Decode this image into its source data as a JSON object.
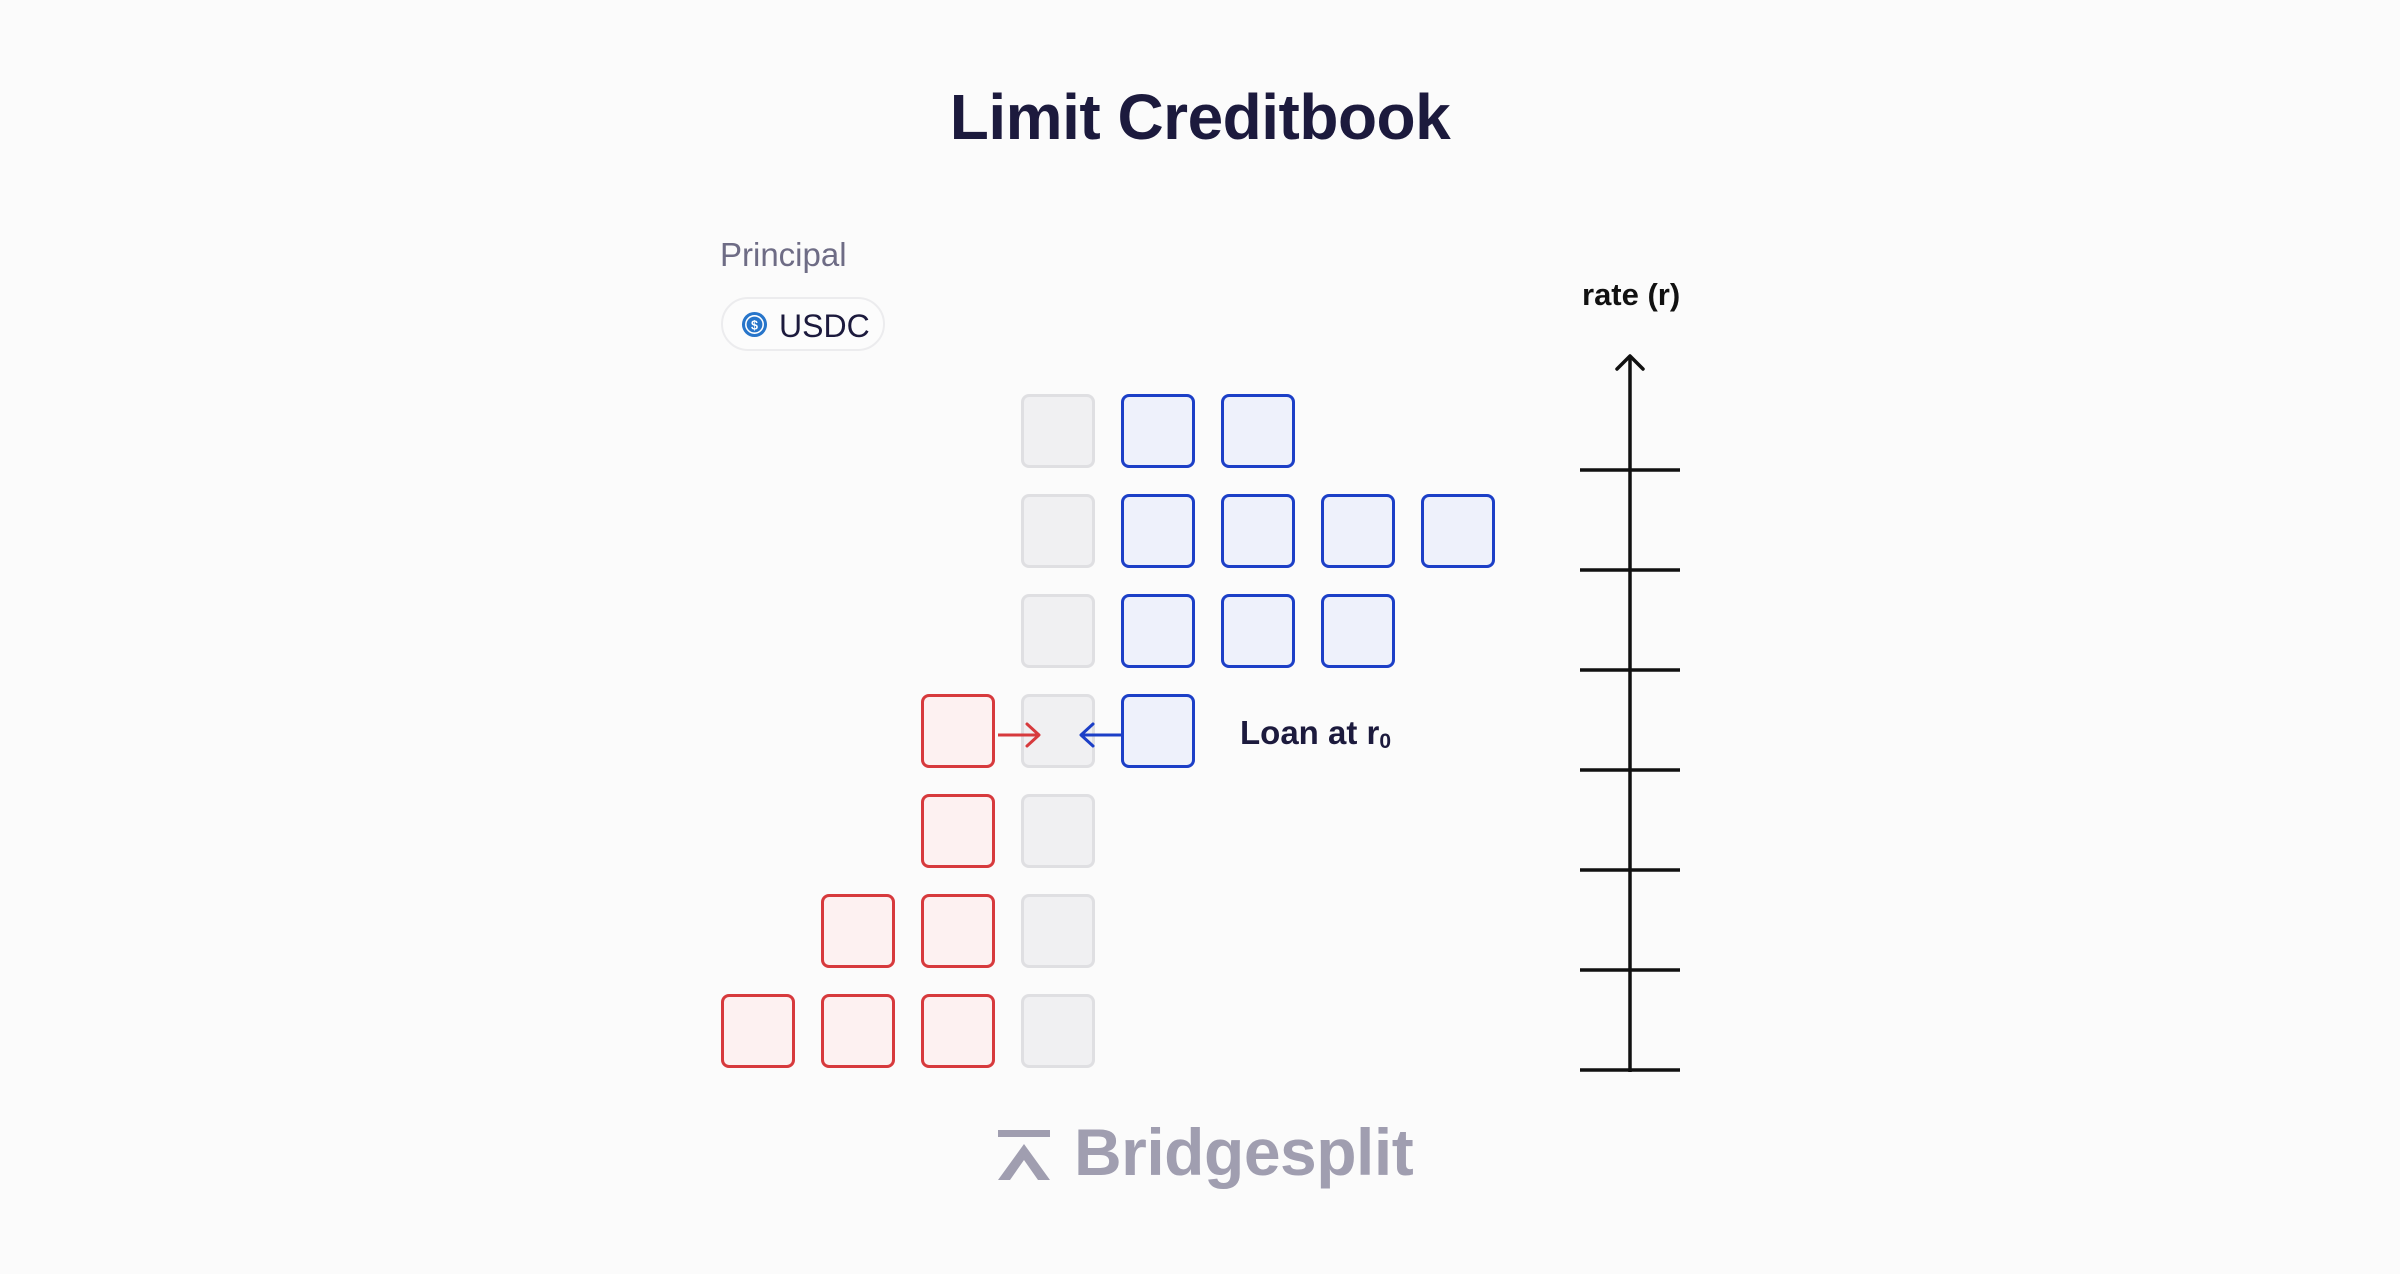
{
  "title": "Limit Creditbook",
  "principal": {
    "label": "Principal",
    "token": "USDC",
    "icon": "usdc-coin-icon"
  },
  "loan_label": {
    "text": "Loan at r",
    "subscript": "0"
  },
  "rate_axis": {
    "label": "rate (r)"
  },
  "brand": {
    "name": "Bridgesplit",
    "icon": "bridgesplit-logo-icon"
  },
  "rows": [
    {
      "borrow_orders": 0,
      "lend_orders": 2
    },
    {
      "borrow_orders": 0,
      "lend_orders": 4
    },
    {
      "borrow_orders": 0,
      "lend_orders": 3
    },
    {
      "borrow_orders": 1,
      "lend_orders": 1
    },
    {
      "borrow_orders": 1,
      "lend_orders": 0
    },
    {
      "borrow_orders": 2,
      "lend_orders": 0
    },
    {
      "borrow_orders": 3,
      "lend_orders": 0
    }
  ],
  "colors": {
    "lend": "#1c3fc7",
    "borrow": "#d73a3d",
    "neutral": "#dfdfe2",
    "title": "#1c1a3d",
    "brand": "#a09eb0"
  }
}
